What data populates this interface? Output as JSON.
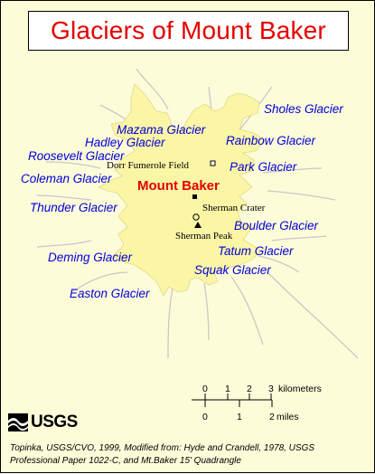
{
  "title": "Glaciers of Mount Baker",
  "summit_label": "Mount Baker",
  "glaciers": {
    "sholes": "Sholes Glacier",
    "mazama": "Mazama Glacier",
    "hadley": "Hadley Glacier",
    "rainbow": "Rainbow Glacier",
    "roosevelt": "Roosevelt Glacier",
    "park": "Park Glacier",
    "coleman": "Coleman Glacier",
    "thunder": "Thunder Glacier",
    "boulder": "Boulder Glacier",
    "tatum": "Tatum Glacier",
    "deming": "Deming Glacier",
    "squak": "Squak Glacier",
    "easton": "Easton Glacier"
  },
  "features": {
    "dorr": "Dorr Fumerole Field",
    "crater": "Sherman Crater",
    "peak": "Sherman Peak"
  },
  "scale": {
    "km_ticks": [
      "0",
      "1",
      "2",
      "3"
    ],
    "km_unit": "kilometers",
    "mi_ticks": [
      "0",
      "1",
      "2"
    ],
    "mi_unit": "miles"
  },
  "logo_text": "USGS",
  "credit_line1": "Topinka, USGS/CVO, 1999, Modified from: Hyde and Crandell, 1978, USGS",
  "credit_line2": "Professional Paper 1022-C, and Mt.Baker 15' Quadrangle",
  "colors": {
    "background": "#fdfcd9",
    "ice": "#fbf6a6",
    "title": "#e60000",
    "glacier_label": "#0000d8",
    "stream": "#c8c8c8"
  }
}
